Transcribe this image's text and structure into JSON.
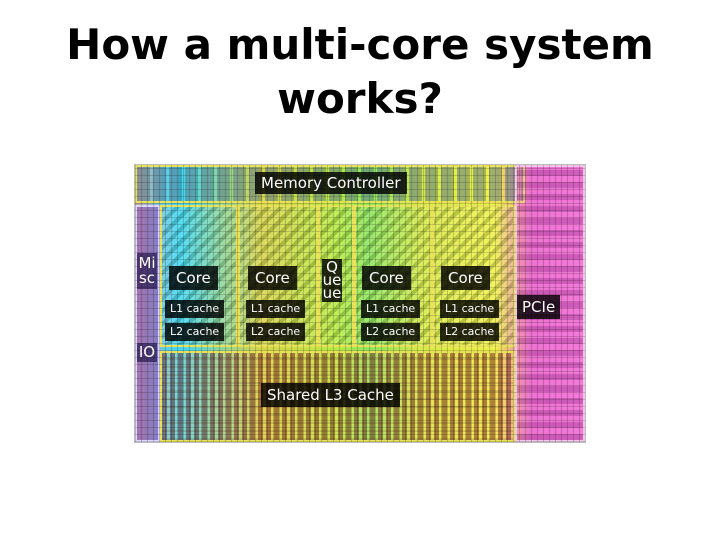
{
  "slide": {
    "title_line1": "How a multi-core system",
    "title_line2": "works?"
  },
  "die": {
    "memory_controller": "Memory Controller",
    "cores": [
      {
        "label": "Core",
        "l1": "L1 cache",
        "l2": "L2 cache"
      },
      {
        "label": "Core",
        "l1": "L1 cache",
        "l2": "L2 cache"
      },
      {
        "label": "Core",
        "l1": "L1 cache",
        "l2": "L2 cache"
      },
      {
        "label": "Core",
        "l1": "L1 cache",
        "l2": "L2 cache"
      }
    ],
    "queue": "Queue",
    "misc": "Misc",
    "io": "IO",
    "pcie": "PCIe",
    "l3": "Shared L3 Cache"
  }
}
